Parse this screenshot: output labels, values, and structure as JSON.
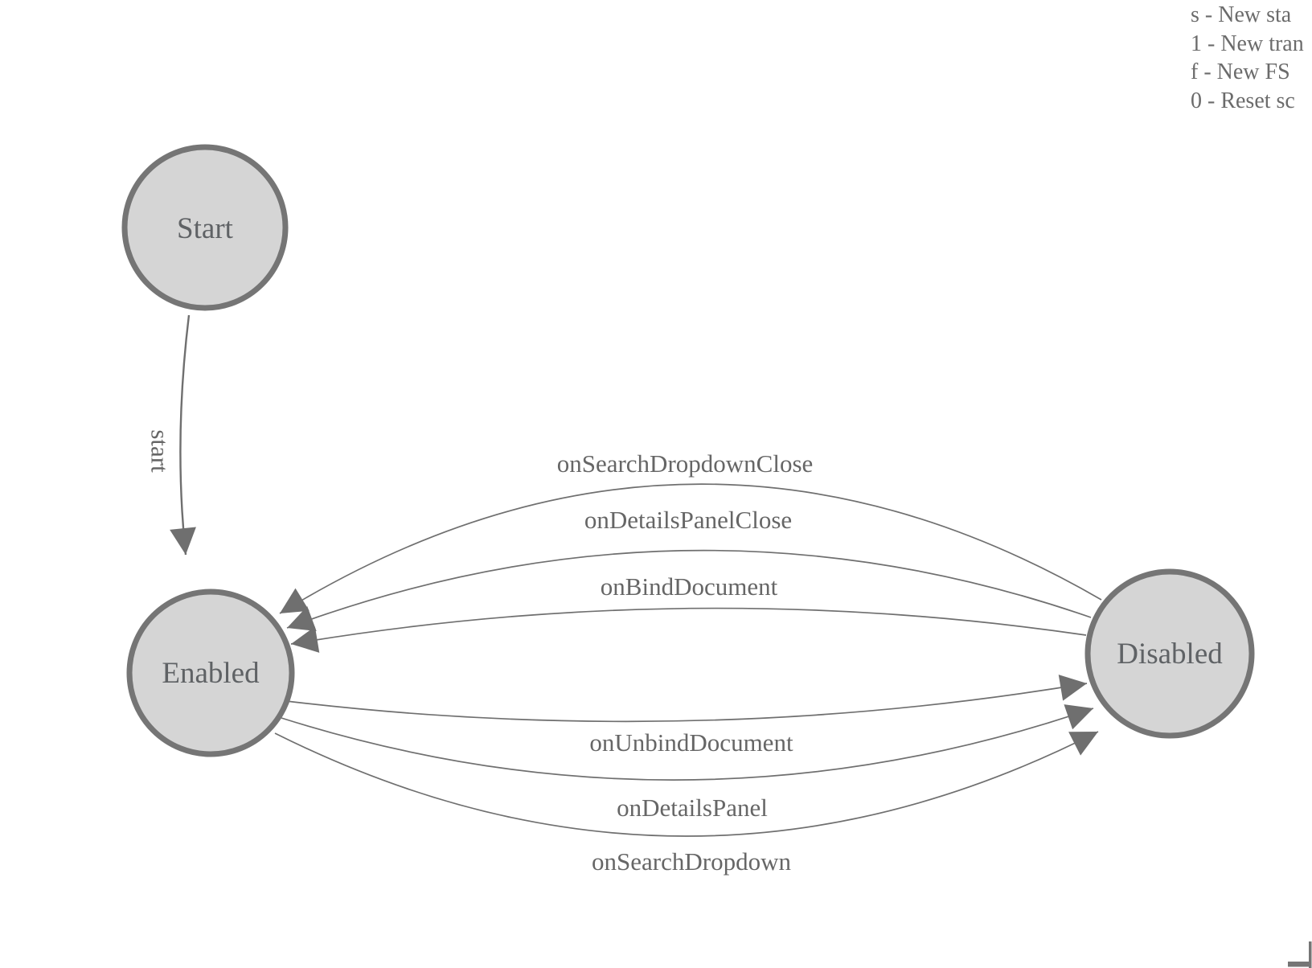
{
  "legend": {
    "lines": [
      "s - New sta",
      "1 - New tran",
      "f - New FS",
      "0 - Reset sc"
    ]
  },
  "diagram": {
    "nodes": [
      {
        "id": "start",
        "label": "Start"
      },
      {
        "id": "enabled",
        "label": "Enabled"
      },
      {
        "id": "disabled",
        "label": "Disabled"
      }
    ],
    "edges": [
      {
        "label": "start",
        "from": "Start",
        "to": "Enabled"
      },
      {
        "label": "onSearchDropdownClose",
        "from": "Disabled",
        "to": "Enabled"
      },
      {
        "label": "onDetailsPanelClose",
        "from": "Disabled",
        "to": "Enabled"
      },
      {
        "label": "onBindDocument",
        "from": "Disabled",
        "to": "Enabled"
      },
      {
        "label": "onUnbindDocument",
        "from": "Enabled",
        "to": "Disabled"
      },
      {
        "label": "onDetailsPanel",
        "from": "Enabled",
        "to": "Disabled"
      },
      {
        "label": "onSearchDropdown",
        "from": "Enabled",
        "to": "Disabled"
      }
    ],
    "colors": {
      "node_fill": "#d5d5d5",
      "node_stroke": "#757575",
      "edge_stroke": "#6f6f6f",
      "node_text": "#5f6265",
      "edge_text": "#666666",
      "legend_text": "#6b6b6b"
    }
  }
}
